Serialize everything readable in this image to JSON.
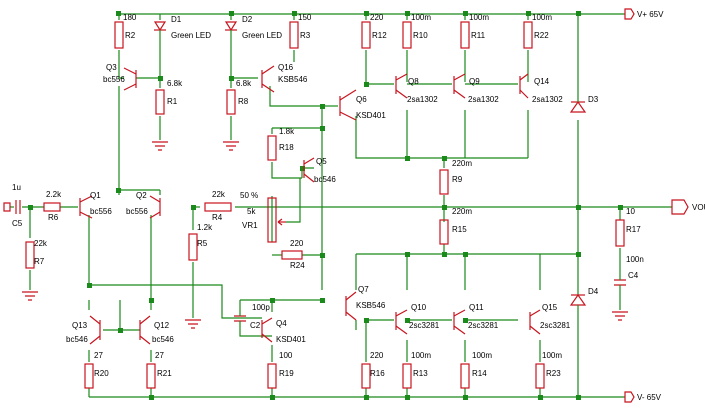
{
  "rails": {
    "pos": "V+ 65V",
    "neg": "V- 65V",
    "out": "VOUT"
  },
  "resistors": {
    "R1": [
      "R1",
      "6.8k"
    ],
    "R2": [
      "R2",
      "180"
    ],
    "R3": [
      "R3",
      "150"
    ],
    "R5": [
      "R5",
      "1.2k"
    ],
    "R6": [
      "R6",
      "2.2k"
    ],
    "R4": [
      "R4",
      "22k"
    ],
    "R7": [
      "R7",
      "22k"
    ],
    "R8": [
      "R8",
      "6.8k"
    ],
    "R9": [
      "R9",
      "220m"
    ],
    "R10": [
      "R10",
      "100m"
    ],
    "R11": [
      "R11",
      "100m"
    ],
    "R12": [
      "R12",
      "220"
    ],
    "R13": [
      "R13",
      "100m"
    ],
    "R14": [
      "R14",
      "100m"
    ],
    "R15": [
      "R15",
      "220m"
    ],
    "R16": [
      "R16",
      "220"
    ],
    "R17": [
      "R17",
      "10"
    ],
    "R18": [
      "R18",
      "1.8k"
    ],
    "R19": [
      "R19",
      "100"
    ],
    "R20": [
      "R20",
      "27"
    ],
    "R21": [
      "R21",
      "27"
    ],
    "R22": [
      "R22",
      "100m"
    ],
    "R23": [
      "R23",
      "100m"
    ],
    "R24": [
      "R24",
      "220"
    ]
  },
  "transistors": {
    "Q1": [
      "Q1",
      "bc556"
    ],
    "Q2": [
      "Q2",
      "bc556"
    ],
    "Q3": [
      "Q3",
      "bc556"
    ],
    "Q4": [
      "Q4",
      "KSD401"
    ],
    "Q5": [
      "Q5",
      "bc546"
    ],
    "Q6": [
      "Q6",
      "KSD401"
    ],
    "Q7": [
      "Q7",
      "KSB546"
    ],
    "Q8": [
      "Q8",
      "2sa1302"
    ],
    "Q9": [
      "Q9",
      "2sa1302"
    ],
    "Q10": [
      "Q10",
      "2sc3281"
    ],
    "Q11": [
      "Q11",
      "2sc3281"
    ],
    "Q12": [
      "Q12",
      "bc546"
    ],
    "Q13": [
      "Q13",
      "bc546"
    ],
    "Q14": [
      "Q14",
      "2sa1302"
    ],
    "Q15": [
      "Q15",
      "2sc3281"
    ],
    "Q16": [
      "Q16",
      "KSB546"
    ]
  },
  "diodes": {
    "D1": [
      "D1",
      "Green LED"
    ],
    "D2": [
      "D2",
      "Green LED"
    ],
    "D3": [
      "D3",
      ""
    ],
    "D4": [
      "D4",
      ""
    ]
  },
  "caps": {
    "C2": [
      "C2",
      "100p"
    ],
    "C4": [
      "C4",
      "100n"
    ],
    "C5": [
      "C5",
      "1u"
    ]
  },
  "pot": {
    "VR1": [
      "VR1",
      "5k"
    ],
    "pct": "50 %"
  }
}
